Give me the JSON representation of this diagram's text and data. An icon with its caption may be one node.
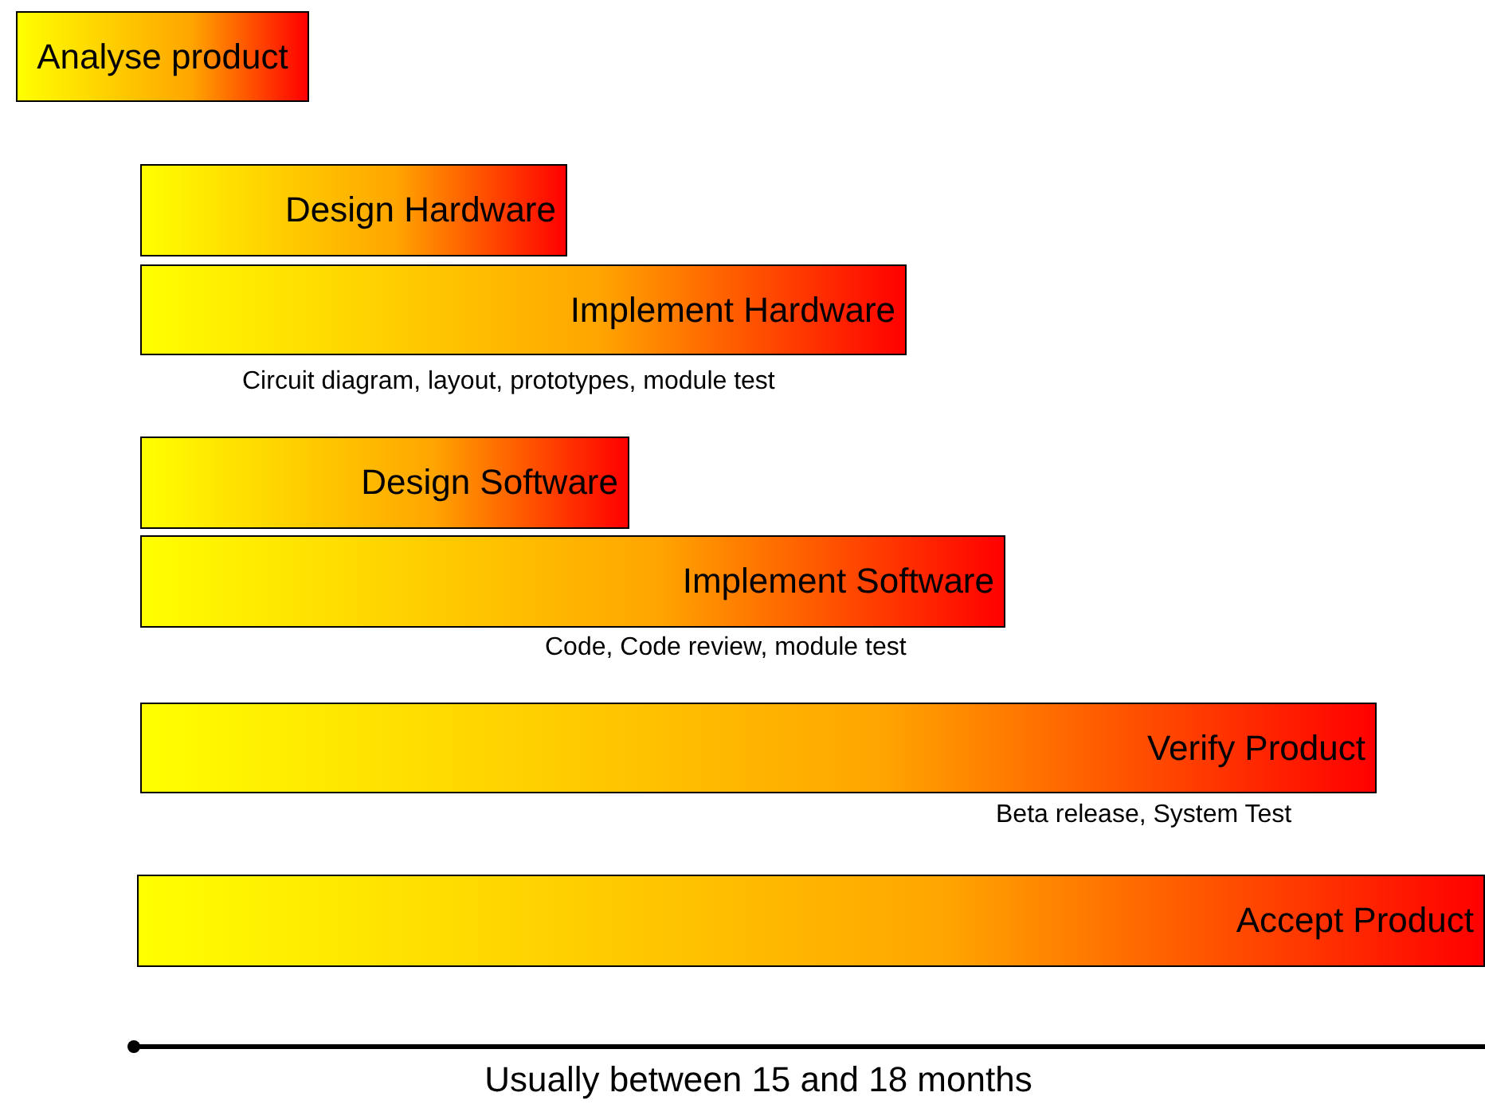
{
  "diagram": {
    "nodes": [
      {
        "text": [
          "Analyse product"
        ]
      },
      {
        "text": [
          "Design Hardware"
        ]
      },
      {
        "text": [
          "Implement Hardware"
        ],
        "beside": [
          "Circuit diagram, layout, prototypes, module test"
        ]
      },
      {
        "text": [
          "Design Software"
        ]
      },
      {
        "text": [
          "Implement Software"
        ],
        "beside": [
          "Code, Code review, module test"
        ]
      },
      {
        "text": [
          "Verify Product"
        ],
        "beside": [
          "Beta release, System Test"
        ]
      },
      {
        "text": [
          "Accept Product"
        ]
      }
    ],
    "labels": [
      "Usually between 15 and 18 months"
    ]
  }
}
